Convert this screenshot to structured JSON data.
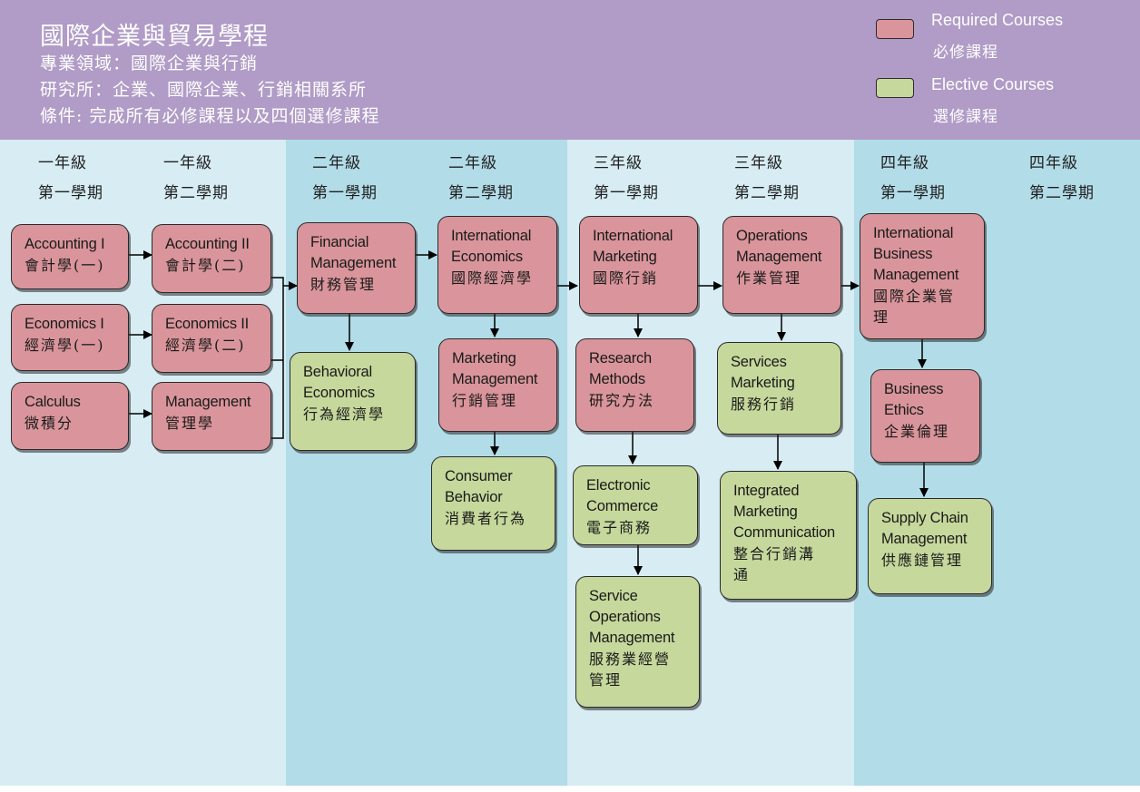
{
  "header": {
    "title": "國際企業與貿易學程",
    "line1": "專業領域：國際企業與行銷",
    "line2": "研究所：企業、國際企業、行銷相關系所",
    "line3": "條件: 完成所有必修課程以及四個選修課程"
  },
  "legend": {
    "required_en": "Required Courses",
    "required_zh": "必修課程",
    "elective_en": "Elective Courses",
    "elective_zh": "選修課程",
    "required_color": "#d9959b",
    "elective_color": "#c6d89c"
  },
  "semesters": [
    {
      "year": "一年級",
      "term": "第一學期"
    },
    {
      "year": "一年級",
      "term": "第二學期"
    },
    {
      "year": "二年級",
      "term": "第一學期"
    },
    {
      "year": "二年級",
      "term": "第二學期"
    },
    {
      "year": "三年級",
      "term": "第一學期"
    },
    {
      "year": "三年級",
      "term": "第二學期"
    },
    {
      "year": "四年級",
      "term": "第一學期"
    },
    {
      "year": "四年級",
      "term": "第二學期"
    }
  ],
  "courses": {
    "accounting1": {
      "en": "Accounting I",
      "zh": "會計學(一)"
    },
    "accounting2": {
      "en": "Accounting II",
      "zh": "會計學(二)"
    },
    "economics1": {
      "en": "Economics I",
      "zh": "經濟學(一)"
    },
    "economics2": {
      "en": "Economics II",
      "zh": "經濟學(二)"
    },
    "calculus": {
      "en": "Calculus",
      "zh": "微積分"
    },
    "management": {
      "en": "Management",
      "zh": "管理學"
    },
    "financial": {
      "en": "Financial\nManagement",
      "zh": "財務管理"
    },
    "behavioral": {
      "en": "Behavioral\nEconomics",
      "zh": "行為經濟學"
    },
    "intl_econ": {
      "en": "International\nEconomics",
      "zh": "國際經濟學"
    },
    "mkt_mgmt": {
      "en": "Marketing\nManagement",
      "zh": "行銷管理"
    },
    "consumer": {
      "en": "Consumer\nBehavior",
      "zh": "消費者行為"
    },
    "intl_mkt": {
      "en": "International\nMarketing",
      "zh": "國際行銷"
    },
    "research": {
      "en": "Research\nMethods",
      "zh": "研究方法"
    },
    "ecommerce": {
      "en": "Electronic\nCommerce",
      "zh": "電子商務"
    },
    "service_ops": {
      "en": "Service\nOperations\nManagement",
      "zh": "服務業經營\n管理"
    },
    "ops_mgmt": {
      "en": "Operations\nManagement",
      "zh": "作業管理"
    },
    "services_mkt": {
      "en": "Services\nMarketing",
      "zh": "服務行銷"
    },
    "imc": {
      "en": "Integrated\nMarketing\nCommunication",
      "zh": "整合行銷溝\n通"
    },
    "ibm": {
      "en": "International\nBusiness\nManagement",
      "zh": "國際企業管\n理"
    },
    "ethics": {
      "en": "Business\nEthics",
      "zh": "企業倫理"
    },
    "scm": {
      "en": "Supply Chain\nManagement",
      "zh": "供應鏈管理"
    }
  }
}
